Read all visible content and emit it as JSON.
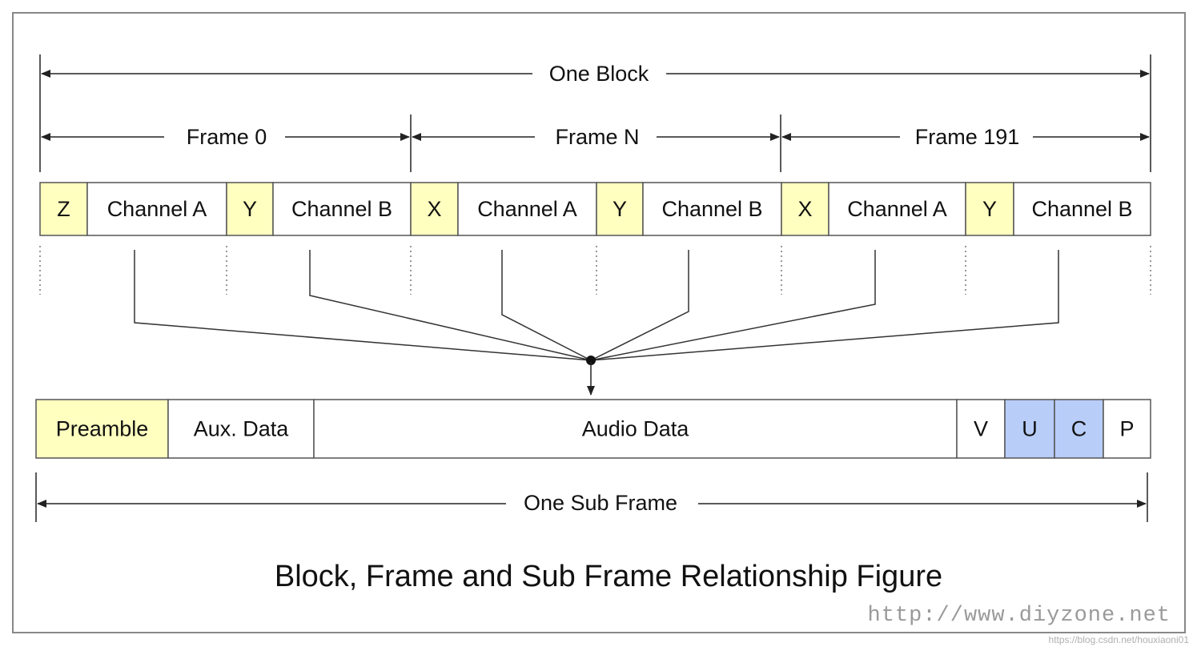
{
  "diagram": {
    "title": "Block, Frame and Sub Frame Relationship Figure",
    "spans": {
      "block": "One Block",
      "frames": [
        "Frame 0",
        "Frame N",
        "Frame 191"
      ],
      "sub_frame": "One Sub Frame"
    },
    "block_segments": [
      {
        "label": "Z",
        "kind": "preamble"
      },
      {
        "label": "Channel A",
        "kind": "channel"
      },
      {
        "label": "Y",
        "kind": "preamble"
      },
      {
        "label": "Channel B",
        "kind": "channel"
      },
      {
        "label": "X",
        "kind": "preamble"
      },
      {
        "label": "Channel A",
        "kind": "channel"
      },
      {
        "label": "Y",
        "kind": "preamble"
      },
      {
        "label": "Channel B",
        "kind": "channel"
      },
      {
        "label": "X",
        "kind": "preamble"
      },
      {
        "label": "Channel A",
        "kind": "channel"
      },
      {
        "label": "Y",
        "kind": "preamble"
      },
      {
        "label": "Channel B",
        "kind": "channel"
      }
    ],
    "subframe_segments": [
      {
        "label": "Preamble",
        "kind": "preamble"
      },
      {
        "label": "Aux. Data",
        "kind": "data"
      },
      {
        "label": "Audio Data",
        "kind": "data"
      },
      {
        "label": "V",
        "kind": "data"
      },
      {
        "label": "U",
        "kind": "flag"
      },
      {
        "label": "C",
        "kind": "flag"
      },
      {
        "label": "P",
        "kind": "data"
      }
    ],
    "colors": {
      "preamble": "#ffffc0",
      "flag": "#b8cdf8",
      "data": "#ffffff",
      "channel": "#ffffff",
      "line": "#333333",
      "border": "#555555"
    }
  },
  "watermarks": {
    "site": "http://www.diyzone.net",
    "blog": "https://blog.csdn.net/houxiaoni01"
  }
}
